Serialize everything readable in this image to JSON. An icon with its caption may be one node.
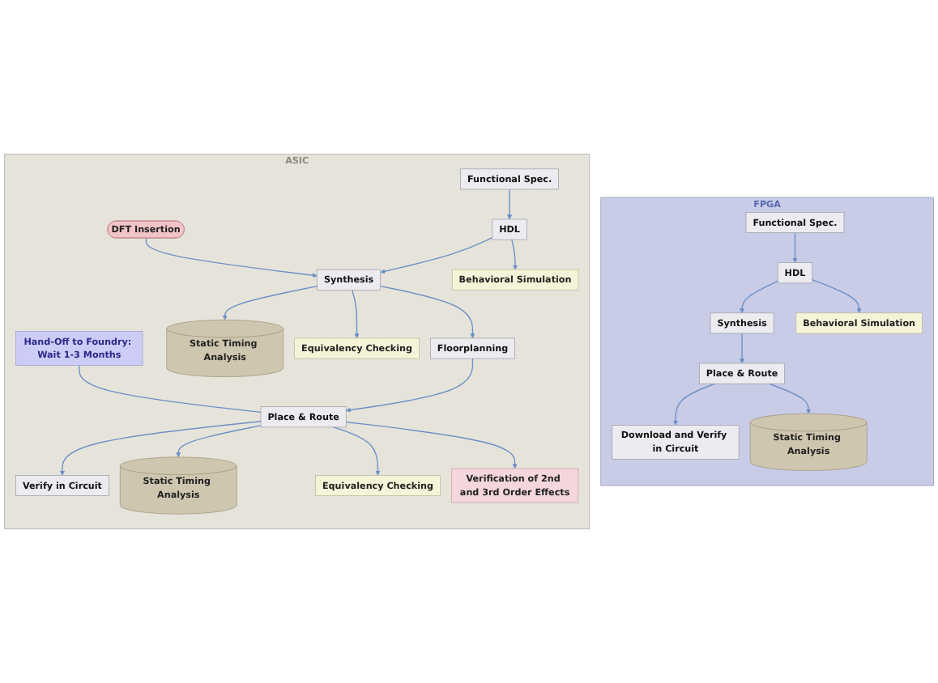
{
  "diagram": {
    "nodes": [
      {
        "text": [
          "FPGA"
        ]
      },
      {
        "text": [
          "Functional Spec."
        ],
        "in": 0
      },
      {
        "text": [
          "HDL"
        ],
        "in": 0
      },
      {
        "text": [
          "Behavioral Simulation"
        ],
        "in": 0
      },
      {
        "text": [
          "Synthesis"
        ],
        "in": 0
      },
      {
        "text": [
          "Place & Route"
        ],
        "in": 0
      },
      {
        "text": [
          "Static Timing Analysis"
        ],
        "in": 0
      },
      {
        "text": [
          "Download and Verify in Circuit"
        ],
        "in": 0
      },
      {
        "text": [
          "ASIC"
        ]
      },
      {
        "text": [
          "Functional Spec."
        ],
        "in": 8
      },
      {
        "text": [
          "HDL"
        ],
        "in": 8
      },
      {
        "text": [
          "Behavioral Simulation"
        ],
        "in": 8
      },
      {
        "text": [
          "DFT Insertion"
        ],
        "in": 8
      },
      {
        "text": [
          "Synthesis"
        ],
        "in": 8
      },
      {
        "text": [
          "Static Timing Analysis"
        ],
        "in": 8
      },
      {
        "text": [
          "Equivalency Checking"
        ],
        "in": 8
      },
      {
        "text": [
          "Floorplanning"
        ],
        "in": 8
      },
      {
        "text": [
          "Hand-Off to Foundry: Wait 1-3 Months"
        ],
        "in": 8
      },
      {
        "text": [
          "Place & Route"
        ],
        "in": 8
      },
      {
        "text": [
          "Static Timing Analysis"
        ],
        "in": 8
      },
      {
        "text": [
          "Equivalency Checking"
        ],
        "in": 8
      },
      {
        "text": [
          "Verification of 2nd and 3rd Order Effects"
        ],
        "in": 8
      },
      {
        "text": [
          "Verify in Circuit"
        ],
        "in": 8
      }
    ],
    "edges": [
      {
        "from": 1,
        "to": 2,
        "arrow": "to"
      },
      {
        "from": 2,
        "to": 4,
        "arrow": "to"
      },
      {
        "from": 2,
        "to": 3,
        "arrow": "to"
      },
      {
        "from": 4,
        "to": 5,
        "arrow": "to"
      },
      {
        "from": 5,
        "to": 7,
        "arrow": "to"
      },
      {
        "from": 5,
        "to": 6,
        "arrow": "to"
      },
      {
        "from": 9,
        "to": 10,
        "arrow": "to"
      },
      {
        "from": 10,
        "to": 13,
        "arrow": "to"
      },
      {
        "from": 10,
        "to": 11,
        "arrow": "to"
      },
      {
        "from": 12,
        "to": 13,
        "arrow": "to"
      },
      {
        "from": 13,
        "to": 16,
        "arrow": "to"
      },
      {
        "from": 13,
        "to": 14,
        "arrow": "to"
      },
      {
        "from": 13,
        "to": 15,
        "arrow": "to"
      },
      {
        "from": 16,
        "to": 18,
        "arrow": "to"
      },
      {
        "from": 17,
        "to": 18,
        "arrow": "none"
      },
      {
        "from": 18,
        "to": 22,
        "arrow": "to"
      },
      {
        "from": 18,
        "to": 19,
        "arrow": "to"
      },
      {
        "from": 18,
        "to": 20,
        "arrow": "to"
      },
      {
        "from": 18,
        "to": 21,
        "arrow": "to"
      }
    ]
  }
}
